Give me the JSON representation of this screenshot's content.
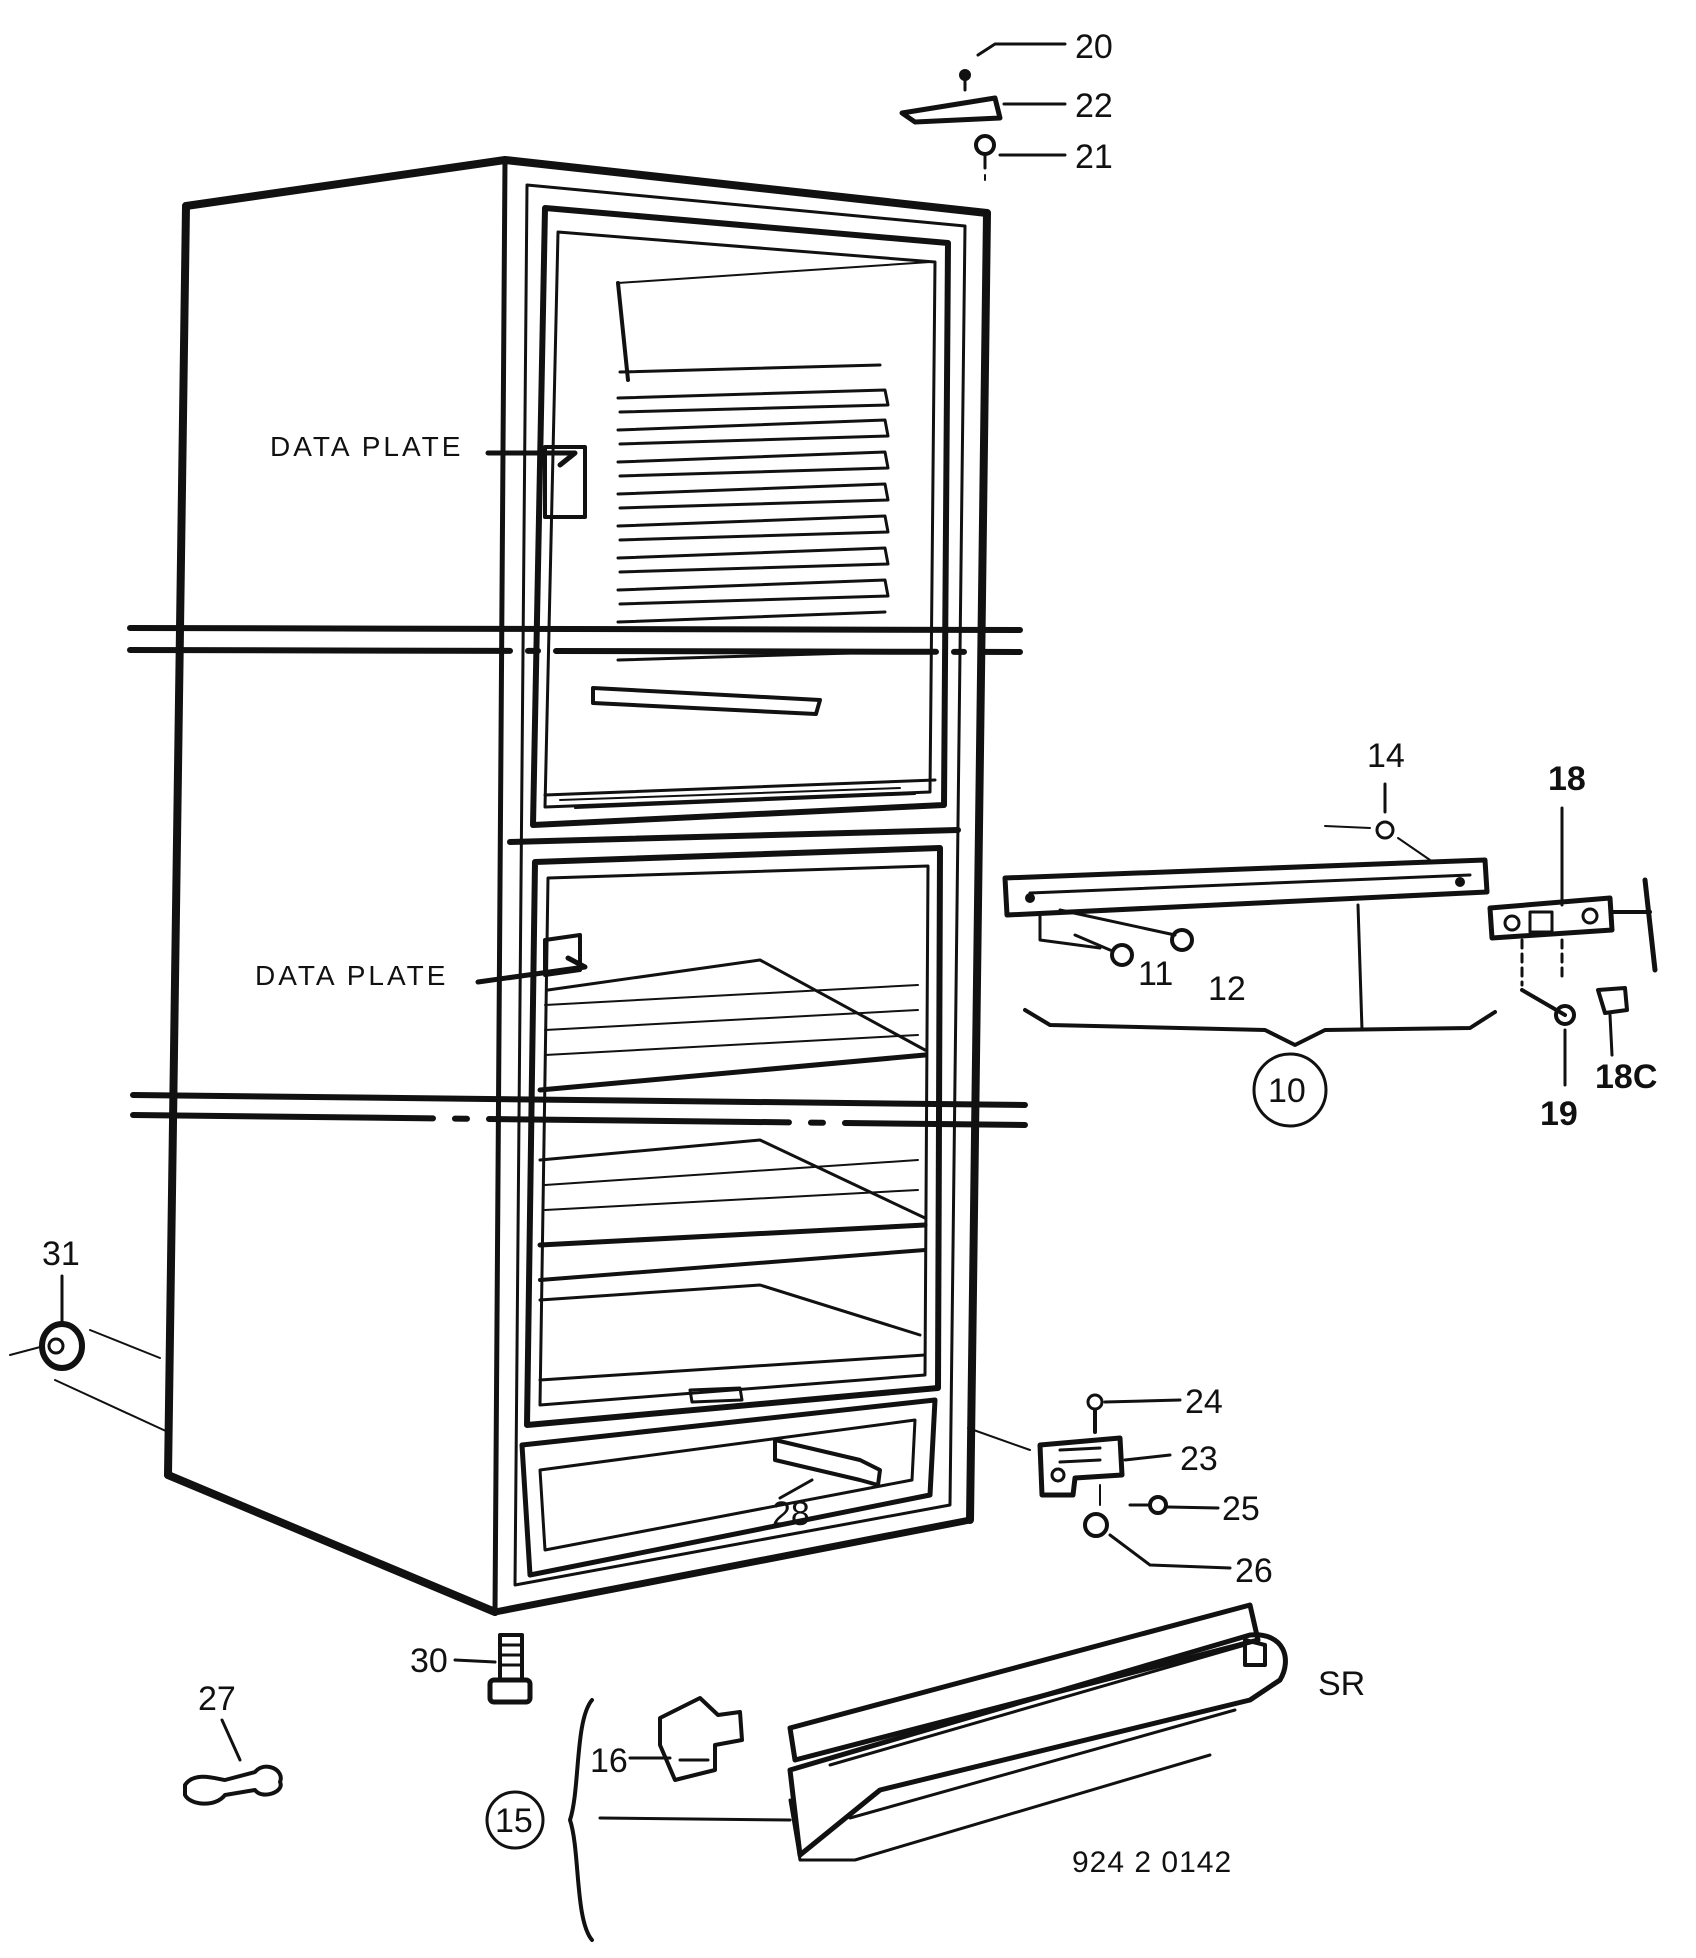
{
  "labels": {
    "data_plate_upper": "DATA PLATE",
    "data_plate_lower": "DATA PLATE",
    "p20": "20",
    "p22": "22",
    "p21": "21",
    "p14": "14",
    "p18": "18",
    "p11": "11",
    "p12": "12",
    "p10": "10",
    "p19": "19",
    "p18c": "18C",
    "p31": "31",
    "p24": "24",
    "p23": "23",
    "p25": "25",
    "p26": "26",
    "p28": "28",
    "p30": "30",
    "p27": "27",
    "p16": "16",
    "p15": "15",
    "sr": "SR",
    "drawing_code": "924 2 0142"
  }
}
